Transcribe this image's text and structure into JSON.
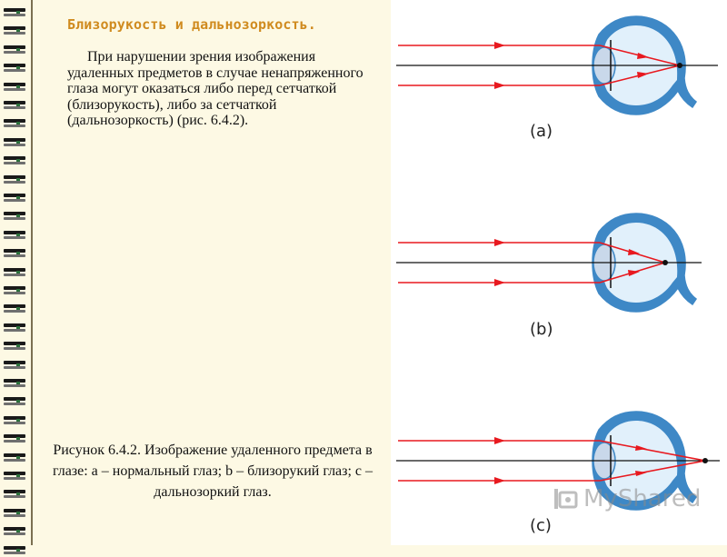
{
  "slide": {
    "title": "Близорукость и дальнозоркость.",
    "body": "При нарушении зрения изображения удаленных предметов в случае ненапряженного глаза могут оказаться либо перед сетчаткой (близорукость), либо за сетчаткой (дальнозоркость) (рис. 6.4.2).",
    "caption": "Рисунок 6.4.2. Изображение удаленного предмета в глазе: а – нормальный глаз; b – близорукий глаз; c – дальнозоркий глаз."
  },
  "figure": {
    "labels": {
      "a": "(a)",
      "b": "(b)",
      "c": "(c)"
    },
    "colors": {
      "ray": "#e8191f",
      "axis": "#111111",
      "eye_outline": "#3e88c6",
      "eye_fill": "#e1f0fb",
      "lens_fill": "#c9d8ea",
      "focal_point": "#111111"
    }
  },
  "watermark": {
    "text": "MyShared",
    "icon": "projector-icon"
  }
}
